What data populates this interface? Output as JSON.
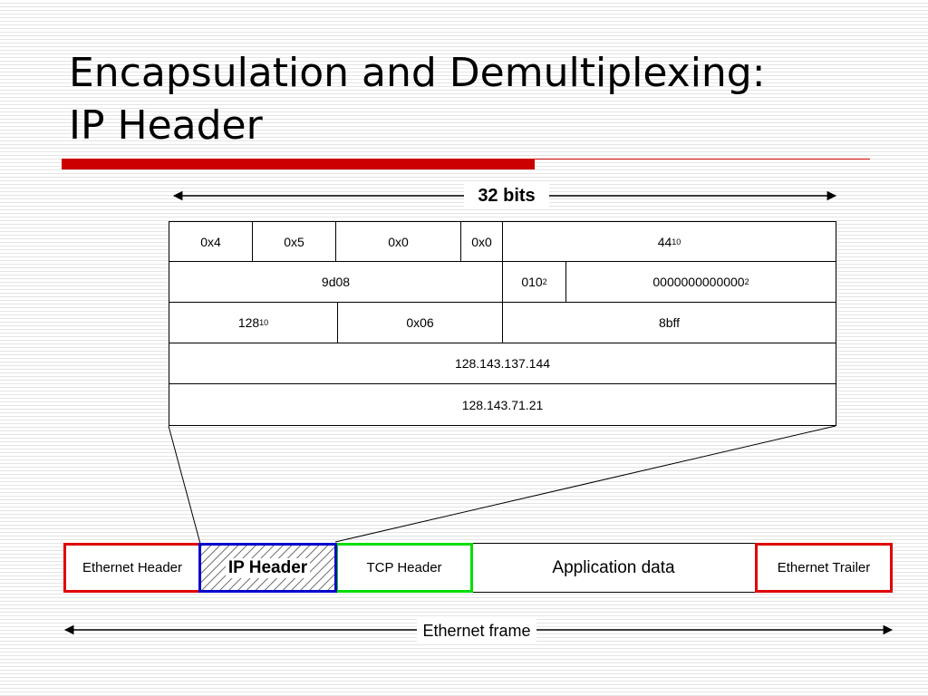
{
  "title": {
    "line1": "Encapsulation and Demultiplexing:",
    "line2": "IP Header"
  },
  "colors": {
    "accent_red": "#cc0000",
    "ethernet_border": "#e00000",
    "ip_border": "#0000cc",
    "tcp_border": "#00dd00"
  },
  "width_label": "32 bits",
  "ip_header": {
    "row1": {
      "version": "0x4",
      "ihl": "0x5",
      "tos": "0x0",
      "ecn": "0x0",
      "total_length": "44",
      "total_length_base": "10"
    },
    "row2": {
      "identification": "9d08",
      "flags": "010",
      "flags_base": "2",
      "fragment_offset": "0000000000000",
      "fragment_offset_base": "2"
    },
    "row3": {
      "ttl": "128",
      "ttl_base": "10",
      "protocol": "0x06",
      "checksum": "8bff"
    },
    "source_ip": "128.143.137.144",
    "dest_ip": "128.143.71.21"
  },
  "frame": {
    "ethernet_header": "Ethernet Header",
    "ip_header": "IP Header",
    "tcp_header": "TCP Header",
    "application_data": "Application data",
    "ethernet_trailer": "Ethernet Trailer",
    "frame_label": "Ethernet frame"
  }
}
